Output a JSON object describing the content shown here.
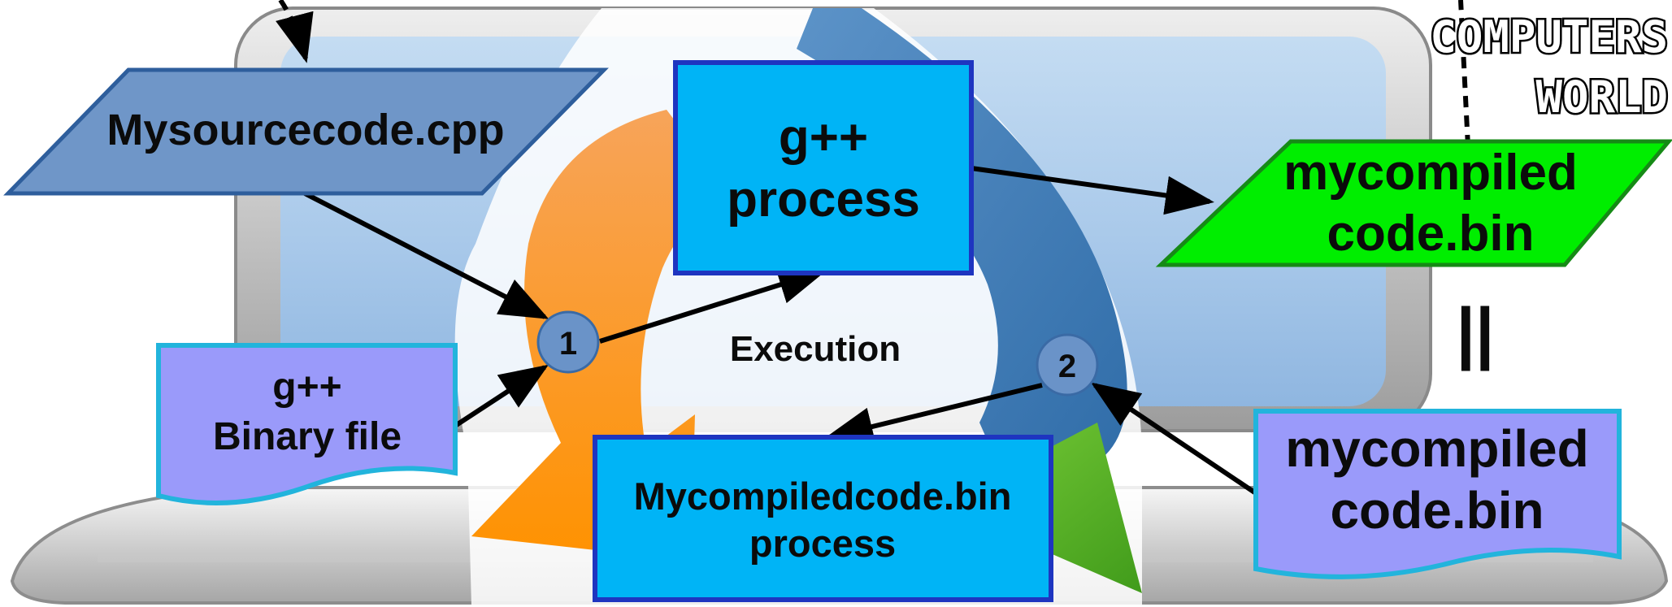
{
  "nodes": {
    "source_file": "Mysourcecode.cpp",
    "gpp_process": [
      "g++",
      "process"
    ],
    "compiled_output": [
      "mycompiled",
      "code.bin"
    ],
    "gpp_binary": [
      "g++",
      "Binary file"
    ],
    "compiled_file": [
      "mycompiled",
      "code.bin"
    ],
    "runtime_process": [
      "Mycompiledcode.bin",
      "process"
    ]
  },
  "steps": {
    "step1": "1",
    "step2": "2"
  },
  "center_label": "Execution",
  "equals_mark": "||",
  "logo": [
    "COMPUTERS",
    "WORLD"
  ],
  "colors": {
    "source_file": "#6f96c8",
    "process_box": "#00b4f6",
    "output_green": "#00ee00",
    "document_lilac": "#9a9afa",
    "step_circle": "#6a93c8",
    "arrow_orange": "#ff9200",
    "arrow_blue": "#3a7ab5",
    "arrow_green": "#55ac22"
  }
}
